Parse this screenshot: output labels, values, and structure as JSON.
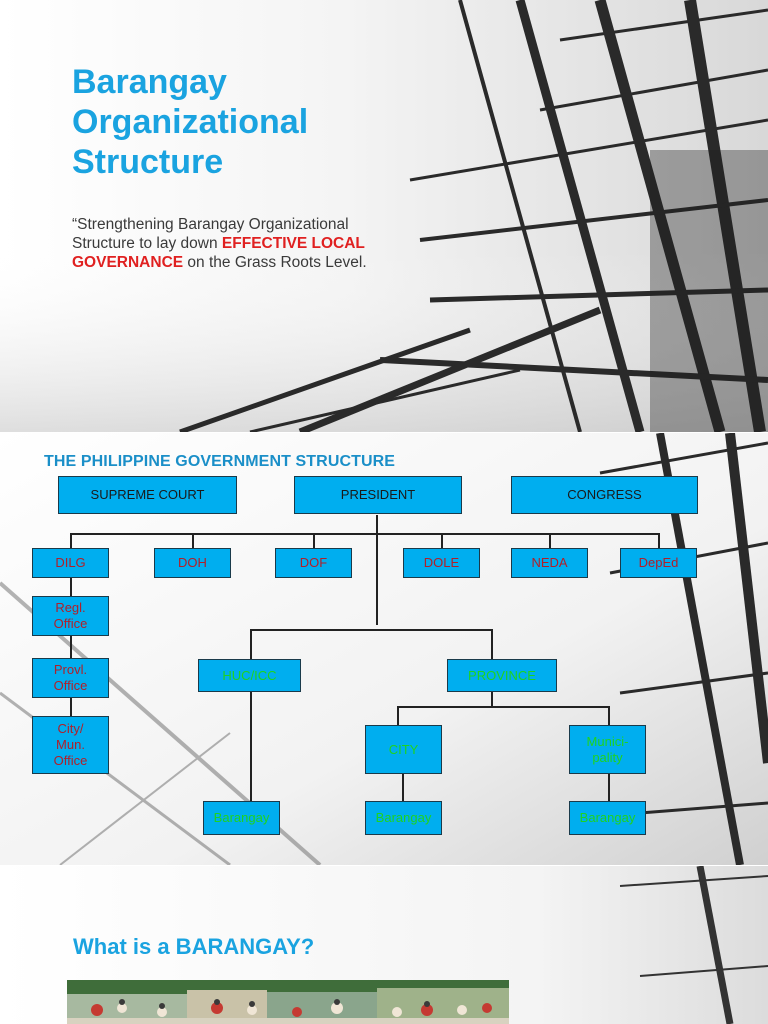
{
  "slide1": {
    "title_lines": [
      "Barangay",
      "Organizational",
      "Structure"
    ],
    "quote_part1": "“Strengthening Barangay Organizational Structure to lay down ",
    "quote_emphasis": "EFFECTIVE LOCAL GOVERNANCE",
    "quote_part2": " on the Grass Roots Level."
  },
  "slide2": {
    "heading": "THE PHILIPPINE GOVERNMENT STRUCTURE",
    "top": {
      "supreme_court": "SUPREME COURT",
      "president": "PRESIDENT",
      "congress": "CONGRESS"
    },
    "departments": {
      "dilg": "DILG",
      "doh": "DOH",
      "dof": "DOF",
      "dole": "DOLE",
      "neda": "NEDA",
      "deped": "DepEd"
    },
    "dilg_chain": {
      "regional": "Regl.\nOffice",
      "provincial": "Provl.\nOffice",
      "city_mun": "City/\nMun.\nOffice"
    },
    "lgu": {
      "huc_icc": "HUC/ICC",
      "province": "PROVINCE",
      "city": "CITY",
      "municipality": "Munici-\npality",
      "barangay_1": "Barangay",
      "barangay_2": "Barangay",
      "barangay_3": "Barangay"
    }
  },
  "slide3": {
    "title": "What is a BARANGAY?"
  },
  "colors": {
    "title_blue": "#1aa3e0",
    "box_fill": "#00aeef",
    "emphasis_red": "#e02020",
    "label_green": "#1fd31f",
    "label_red": "#b0202a"
  }
}
